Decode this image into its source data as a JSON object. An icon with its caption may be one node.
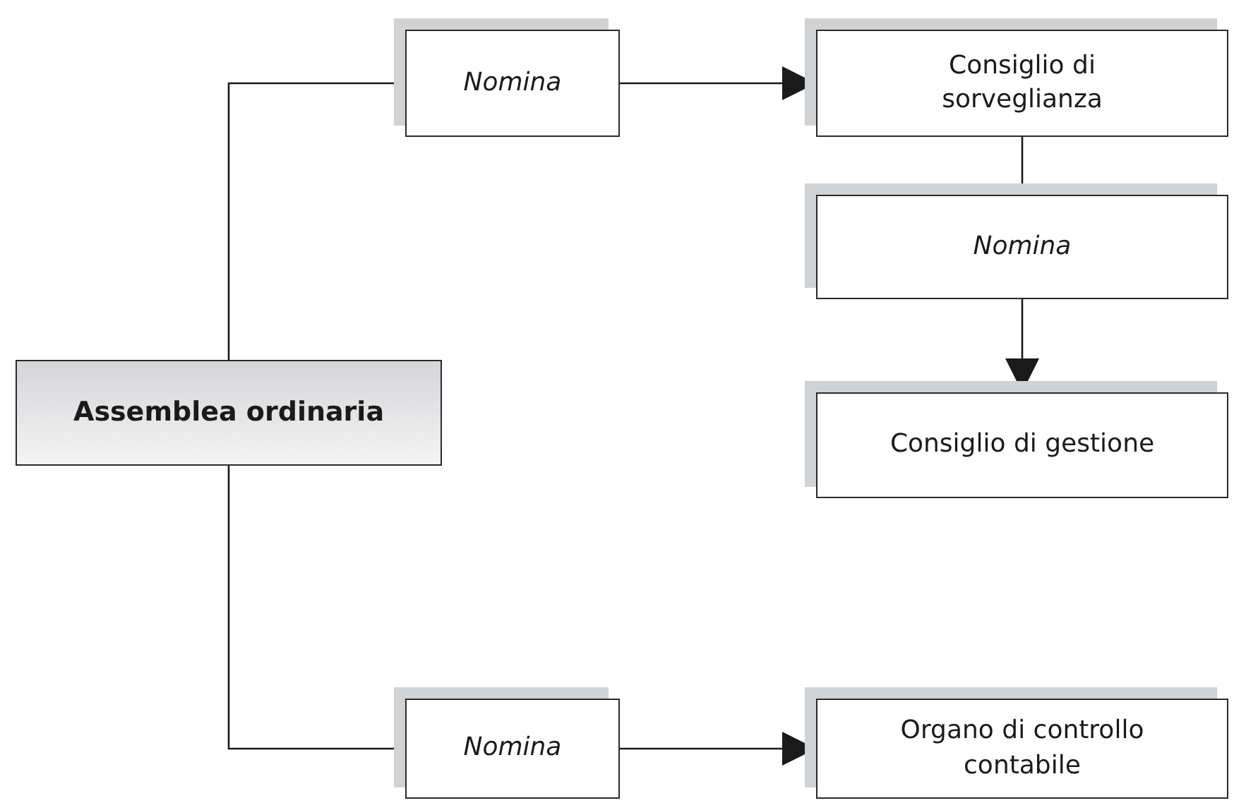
{
  "diagram": {
    "nodes": [
      {
        "text": [
          "Assemblea ordinaria"
        ]
      },
      {
        "text": [
          "Nomina"
        ]
      },
      {
        "text": [
          "Consiglio di sorveglianza"
        ]
      },
      {
        "text": [
          "Nomina"
        ]
      },
      {
        "text": [
          "Consiglio di gestione"
        ]
      },
      {
        "text": [
          "Nomina"
        ]
      },
      {
        "text": [
          "Organo di controllo contabile"
        ]
      }
    ],
    "edges": [
      {
        "from": 0,
        "to": 1,
        "arrow": "none"
      },
      {
        "from": 1,
        "to": 2,
        "arrow": "to"
      },
      {
        "from": 2,
        "to": 3,
        "arrow": "none"
      },
      {
        "from": 3,
        "to": 4,
        "arrow": "to"
      },
      {
        "from": 0,
        "to": 5,
        "arrow": "none"
      },
      {
        "from": 5,
        "to": 6,
        "arrow": "to"
      }
    ]
  }
}
